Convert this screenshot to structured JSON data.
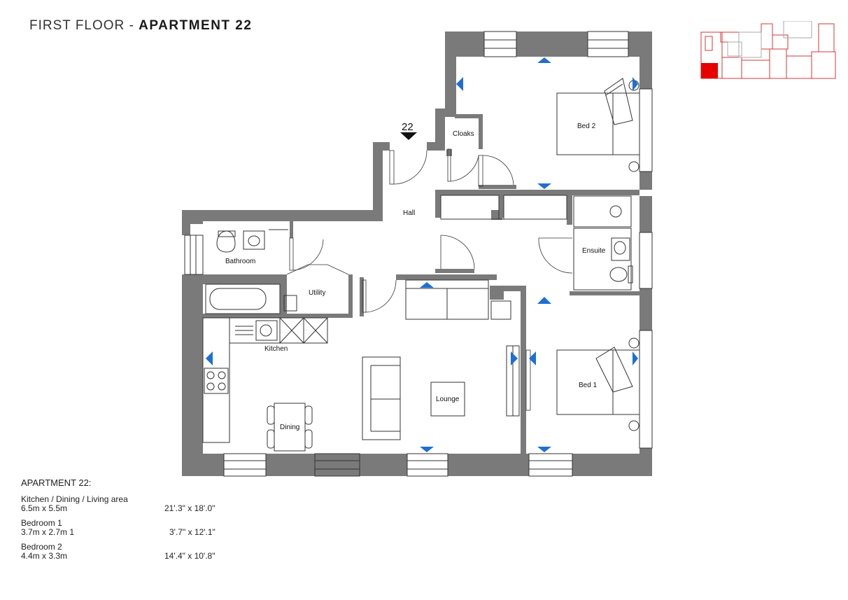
{
  "header": {
    "floor": "FIRST FLOOR",
    "separator": "-",
    "apartment": "APARTMENT 22"
  },
  "plan": {
    "apartment_number": "22",
    "rooms": {
      "hall": "Hall",
      "cloaks": "Cloaks",
      "bed2": "Bed 2",
      "bathroom": "Bathroom",
      "utility": "Utility",
      "ensuite": "Ensuite",
      "kitchen": "Kitchen",
      "lounge": "Lounge",
      "dining": "Dining",
      "bed1": "Bed 1"
    },
    "colors": {
      "wall": "#7a7a7a",
      "line": "#333333",
      "arrow": "#1f6fd1",
      "keyplan_highlight": "#e60000",
      "keyplan_outline": "#d23a3a"
    }
  },
  "specs": {
    "title": "APARTMENT 22:",
    "items": [
      {
        "name": "Kitchen / Dining / Living area",
        "metric": "6.5m x 5.5m",
        "imperial": "21'.3\" x 18'.0\""
      },
      {
        "name": "Bedroom 1",
        "metric": "3.7m x 2.7m 1",
        "imperial": "3'.7\" x 12'.1\""
      },
      {
        "name": "Bedroom 2",
        "metric": "4.4m x 3.3m",
        "imperial": "14'.4\" x 10'.8\""
      }
    ]
  }
}
